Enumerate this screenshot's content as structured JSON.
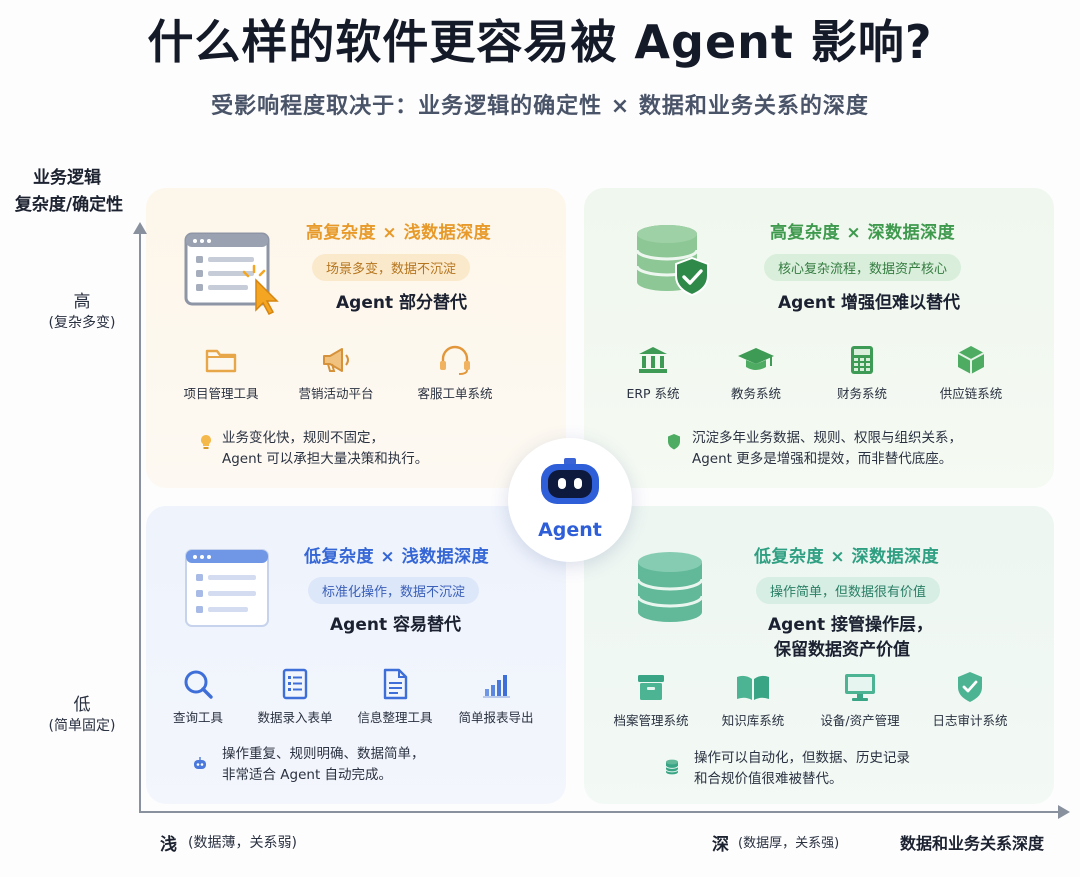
{
  "title": "什么样的软件更容易被 Agent 影响?",
  "subtitle": "受影响程度取决于：业务逻辑的确定性 × 数据和业务关系的深度",
  "axes": {
    "y_title_line1": "业务逻辑",
    "y_title_line2": "复杂度/确定性",
    "y_high": "高",
    "y_high_sub": "(复杂多变)",
    "y_low": "低",
    "y_low_sub": "(简单固定)",
    "x_shallow": "浅",
    "x_shallow_sub": "(数据薄，关系弱)",
    "x_deep": "深",
    "x_deep_sub": "(数据厚，关系强)",
    "x_title": "数据和业务关系深度"
  },
  "agent": {
    "label": "Agent",
    "icon": "robot-icon",
    "color": "#2f5fd8"
  },
  "quadrants": {
    "top_left": {
      "title": "高复杂度 × 浅数据深度",
      "tag": "场景多变，数据不沉淀",
      "headline": "Agent 部分替代",
      "accent": "#e79a2a",
      "items": [
        {
          "label": "项目管理工具",
          "icon": "folder-icon"
        },
        {
          "label": "营销活动平台",
          "icon": "megaphone-icon"
        },
        {
          "label": "客服工单系统",
          "icon": "headset-icon"
        }
      ],
      "note_line1": "业务变化快，规则不固定，",
      "note_line2": "Agent 可以承担大量决策和执行。"
    },
    "top_right": {
      "title": "高复杂度 × 深数据深度",
      "tag": "核心复杂流程，数据资产核心",
      "headline": "Agent 增强但难以替代",
      "accent": "#3f9a4e",
      "items": [
        {
          "label": "ERP 系统",
          "icon": "bank-icon"
        },
        {
          "label": "教务系统",
          "icon": "graduation-cap-icon"
        },
        {
          "label": "财务系统",
          "icon": "calculator-icon"
        },
        {
          "label": "供应链系统",
          "icon": "cube-icon"
        }
      ],
      "note_line1": "沉淀多年业务数据、规则、权限与组织关系，",
      "note_line2": "Agent 更多是增强和提效，而非替代底座。"
    },
    "bottom_left": {
      "title": "低复杂度 × 浅数据深度",
      "tag": "标准化操作，数据不沉淀",
      "headline": "Agent 容易替代",
      "accent": "#3566d6",
      "items": [
        {
          "label": "查询工具",
          "icon": "search-icon"
        },
        {
          "label": "数据录入表单",
          "icon": "form-icon"
        },
        {
          "label": "信息整理工具",
          "icon": "document-icon"
        },
        {
          "label": "简单报表导出",
          "icon": "bar-chart-icon"
        }
      ],
      "note_line1": "操作重复、规则明确、数据简单，",
      "note_line2": "非常适合 Agent 自动完成。"
    },
    "bottom_right": {
      "title": "低复杂度 × 深数据深度",
      "tag": "操作简单，但数据很有价值",
      "headline_line1": "Agent 接管操作层，",
      "headline_line2": "保留数据资产价值",
      "accent": "#2f9f82",
      "items": [
        {
          "label": "档案管理系统",
          "icon": "archive-box-icon"
        },
        {
          "label": "知识库系统",
          "icon": "open-book-icon"
        },
        {
          "label": "设备/资产管理",
          "icon": "monitor-icon"
        },
        {
          "label": "日志审计系统",
          "icon": "shield-check-icon"
        }
      ],
      "note_line1": "操作可以自动化，但数据、历史记录",
      "note_line2": "和合规价值很难被替代。"
    }
  }
}
